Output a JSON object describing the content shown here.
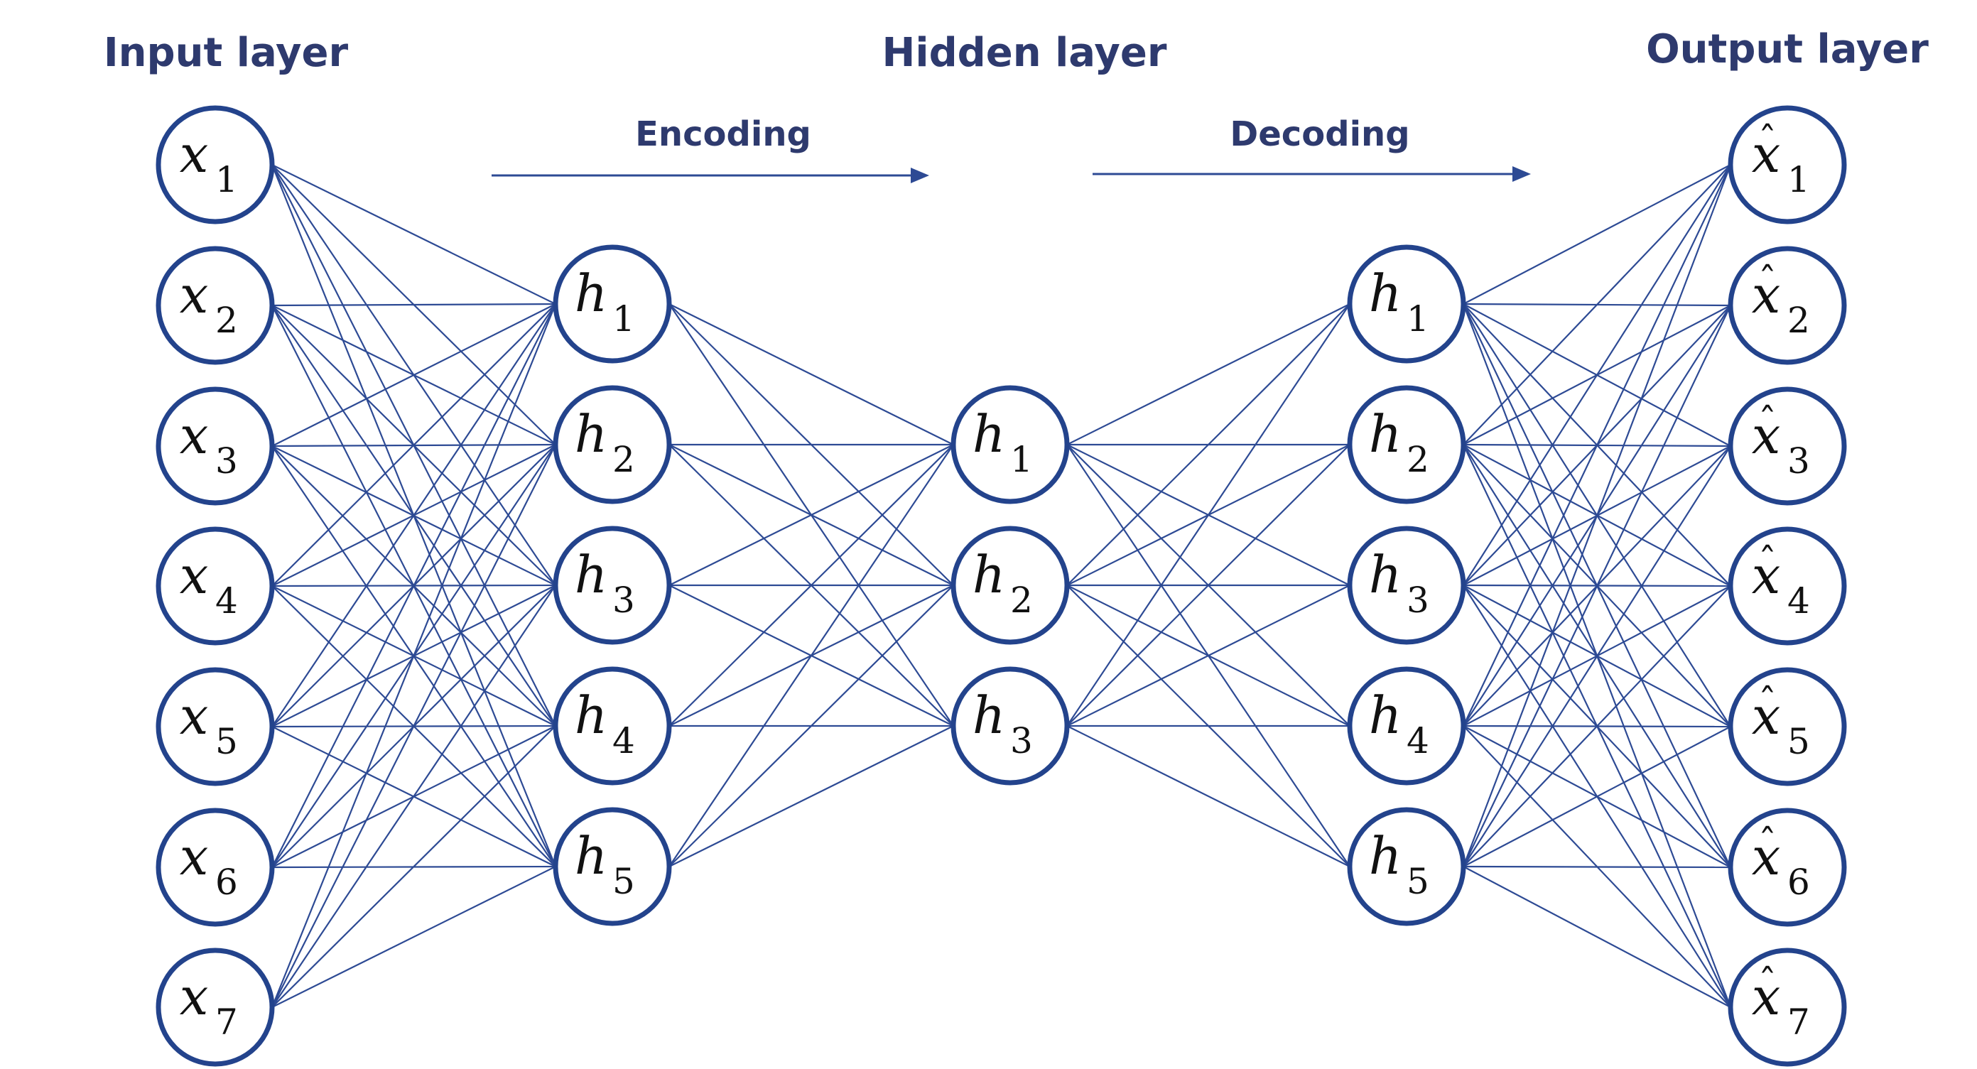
{
  "headings": {
    "input": "Input layer",
    "hidden": "Hidden layer",
    "output": "Output layer"
  },
  "arrows": {
    "encoding": "Encoding",
    "decoding": "Decoding"
  },
  "layers": [
    {
      "name": "input",
      "symbol": "x",
      "hat": false,
      "subscripts": [
        "1",
        "2",
        "3",
        "4",
        "5",
        "6",
        "7"
      ]
    },
    {
      "name": "encoder",
      "symbol": "h",
      "hat": false,
      "subscripts": [
        "1",
        "2",
        "3",
        "4",
        "5"
      ]
    },
    {
      "name": "code",
      "symbol": "h",
      "hat": false,
      "subscripts": [
        "1",
        "2",
        "3"
      ]
    },
    {
      "name": "decoder",
      "symbol": "h",
      "hat": false,
      "subscripts": [
        "1",
        "2",
        "3",
        "4",
        "5"
      ]
    },
    {
      "name": "output",
      "symbol": "x",
      "hat": true,
      "subscripts": [
        "1",
        "2",
        "3",
        "4",
        "5",
        "6",
        "7"
      ]
    }
  ],
  "colors": {
    "heading": "#2e3a6e",
    "node_stroke": "#23438c",
    "edge": "#2d4a94"
  }
}
